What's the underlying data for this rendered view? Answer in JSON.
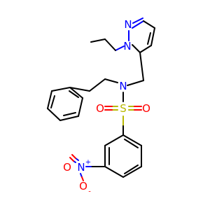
{
  "molecule": {
    "atoms": {
      "n_pyrazole_1": "N",
      "n_pyrazole_2": "N",
      "n_amine": "N",
      "s_sulfonyl": "S",
      "o_sulfonyl_left": "O",
      "o_sulfonyl_right": "O",
      "n_nitro": "N",
      "n_nitro_charge": "+",
      "o_nitro_top": "O",
      "o_nitro_bottom": "O",
      "o_nitro_charge": "-"
    },
    "colors": {
      "carbon": "#000000",
      "nitrogen": "#0000ff",
      "oxygen": "#ff0000",
      "sulfur": "#b8b800"
    }
  }
}
